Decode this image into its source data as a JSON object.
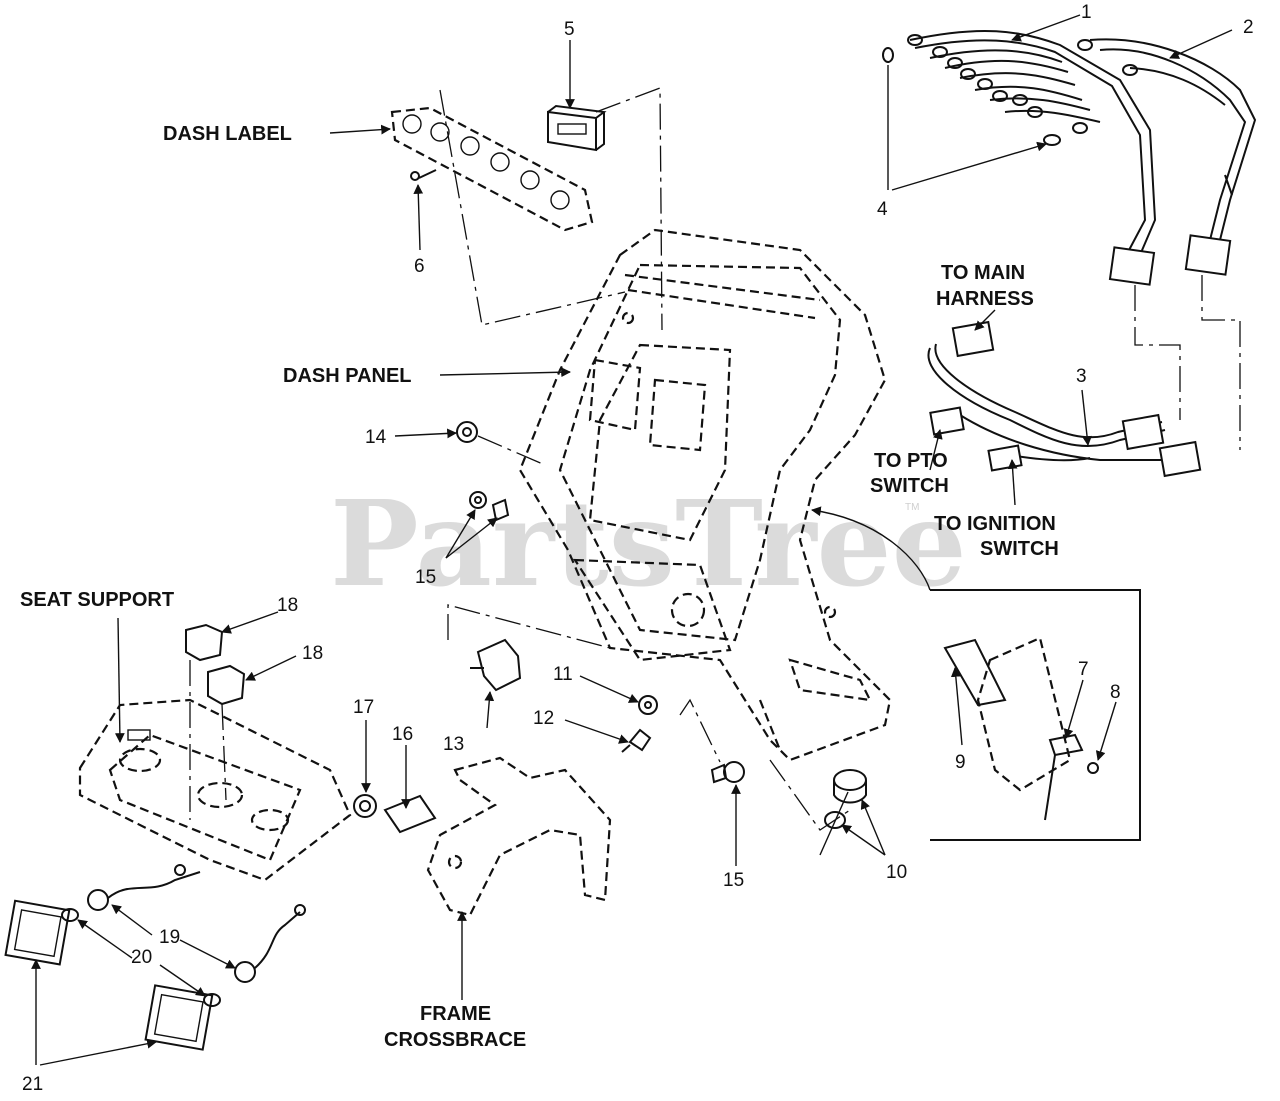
{
  "watermark": {
    "text": "PartsTree",
    "trademark": "TM"
  },
  "labels": {
    "dash_label": "DASH LABEL",
    "dash_panel": "DASH PANEL",
    "to_main_harness_1": "TO MAIN",
    "to_main_harness_2": "HARNESS",
    "to_pto_switch_1": "TO PTO",
    "to_pto_switch_2": "SWITCH",
    "to_ignition_switch_1": "TO IGNITION",
    "to_ignition_switch_2": "SWITCH",
    "seat_support": "SEAT SUPPORT",
    "frame_crossbrace_1": "FRAME",
    "frame_crossbrace_2": "CROSSBRACE"
  },
  "callouts": {
    "n1": "1",
    "n2": "2",
    "n3": "3",
    "n4": "4",
    "n5": "5",
    "n6": "6",
    "n7": "7",
    "n8": "8",
    "n9": "9",
    "n10": "10",
    "n11": "11",
    "n12": "12",
    "n13": "13",
    "n14": "14",
    "n15a": "15",
    "n15b": "15",
    "n16": "16",
    "n17": "17",
    "n18a": "18",
    "n18b": "18",
    "n19": "19",
    "n20": "20",
    "n21": "21"
  }
}
